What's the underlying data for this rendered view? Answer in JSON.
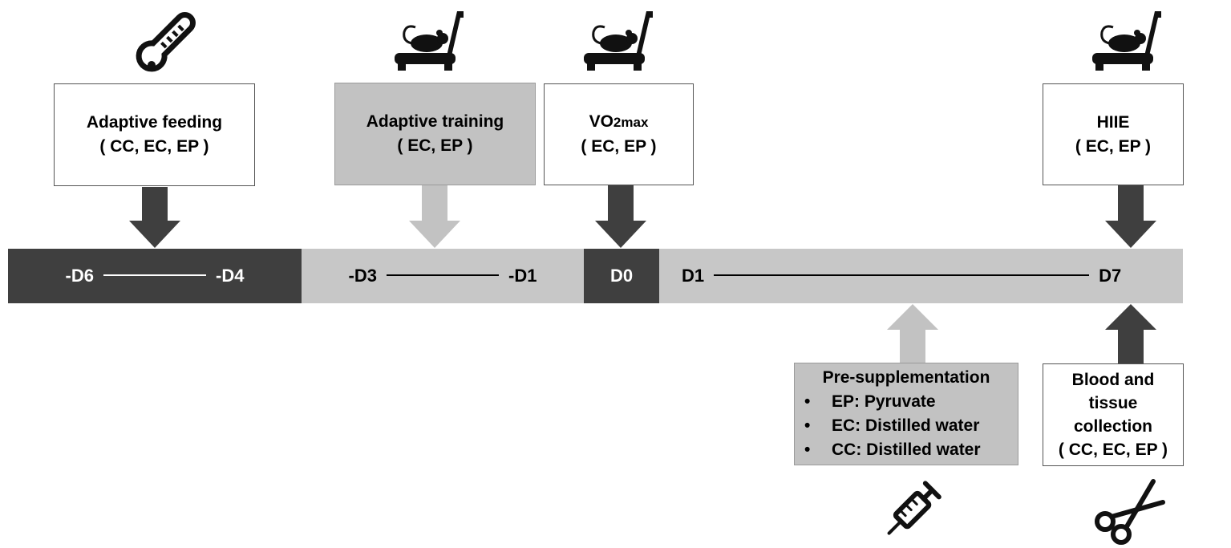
{
  "boxes": {
    "adaptive_feeding": {
      "title": "Adaptive feeding",
      "groups": "( CC, EC, EP )"
    },
    "adaptive_training": {
      "title": "Adaptive training",
      "groups": "( EC, EP )"
    },
    "vo2max": {
      "title_main": "VO",
      "title_sub": "2max",
      "groups": "( EC, EP )"
    },
    "hiie": {
      "title": "HIIE",
      "groups": "( EC, EP )"
    },
    "pre_supplementation": {
      "title": "Pre-supplementation",
      "items": [
        "EP: Pyruvate",
        "EC: Distilled water",
        "CC: Distilled water"
      ],
      "bullet": "•"
    },
    "collection": {
      "lines": [
        "Blood and",
        "tissue",
        "collection"
      ],
      "groups": "( CC, EC, EP )"
    }
  },
  "timeline": {
    "seg1": {
      "start": "-D6",
      "end": "-D4"
    },
    "seg2": {
      "start": "-D3",
      "end": "-D1"
    },
    "seg3": {
      "label": "D0"
    },
    "seg4": {
      "start": "D1",
      "end": "D7"
    }
  },
  "icons": [
    "thermometer-icon",
    "treadmill-rat-icon",
    "syringe-icon",
    "scissors-icon"
  ],
  "colors": {
    "dark": "#3f3f3f",
    "light": "#c7c7c7",
    "box_grey": "#c2c2c2"
  }
}
